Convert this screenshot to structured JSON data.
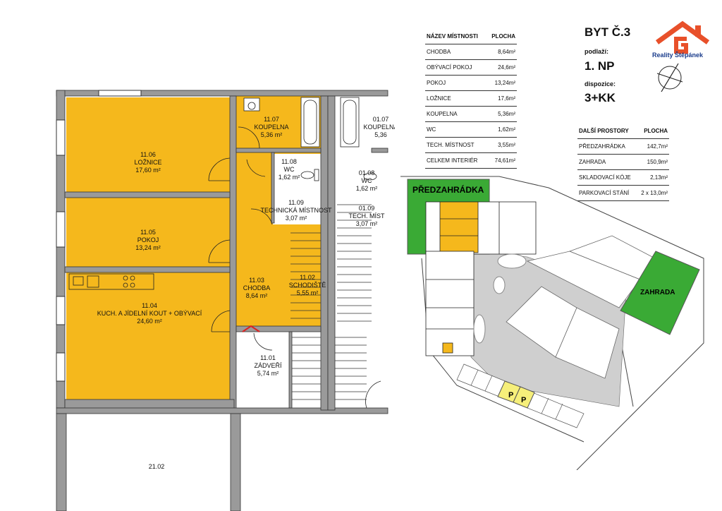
{
  "rooms_table": {
    "header": {
      "name": "NÁZEV MÍSTNOSTI",
      "area": "PLOCHA"
    },
    "rows": [
      {
        "name": "CHODBA",
        "area": "8,64m²"
      },
      {
        "name": "OBÝVACÍ POKOJ",
        "area": "24,6m²"
      },
      {
        "name": "POKOJ",
        "area": "13,24m²"
      },
      {
        "name": "LOŽNICE",
        "area": "17,6m²"
      },
      {
        "name": "KOUPELNA",
        "area": "5,36m²"
      },
      {
        "name": "WC",
        "area": "1,62m²"
      },
      {
        "name": "TECH. MÍSTNOST",
        "area": "3,55m²"
      },
      {
        "name": "CELKEM INTERIÉR",
        "area": "74,61m²"
      }
    ]
  },
  "unit": {
    "title": "BYT Č.3",
    "floor_label": "podlaží:",
    "floor_value": "1. NP",
    "layout_label": "dispozice:",
    "layout_value": "3+KK"
  },
  "logo": {
    "text": "Reality Štěpánek",
    "roof_color": "#e8502a"
  },
  "extra_table": {
    "header": {
      "name": "DALŠÍ PROSTORY",
      "area": "PLOCHA"
    },
    "rows": [
      {
        "name": "PŘEDZAHRÁDKA",
        "area": "142,7m²"
      },
      {
        "name": "ZAHRADA",
        "area": "150,9m²"
      },
      {
        "name": "SKLADOVACÍ KÓJE",
        "area": "2,13m²"
      },
      {
        "name": "PARKOVACÍ STÁNÍ",
        "area": "2 x 13,0m²"
      }
    ]
  },
  "floorplan": {
    "highlight_color": "#f5b81c",
    "rooms": [
      {
        "code": "11.06",
        "name": "LOŽNICE",
        "area": "17,60 m²"
      },
      {
        "code": "11.05",
        "name": "POKOJ",
        "area": "13,24 m²"
      },
      {
        "code": "11.04",
        "name": "KUCH. A JÍDELNÍ KOUT + OBÝVACÍ",
        "area": "24,60 m²"
      },
      {
        "code": "11.07",
        "name": "KOUPELNA",
        "area": "5,36 m²"
      },
      {
        "code": "11.08",
        "name": "WC",
        "area": "1,62 m²"
      },
      {
        "code": "11.09",
        "name": "TECHNICKÁ MÍSTNOST",
        "area": "3,07 m²"
      },
      {
        "code": "11.03",
        "name": "CHODBA",
        "area": "8,64 m²"
      },
      {
        "code": "11.02",
        "name": "SCHODIŠTĚ",
        "area": "5,55 m²"
      },
      {
        "code": "11.01",
        "name": "ZÁDVEŘÍ",
        "area": "5,74 m²"
      },
      {
        "code": "01.07",
        "name": "KOUPELNA",
        "area": "5,36"
      },
      {
        "code": "01.08",
        "name": "WC",
        "area": "1,62 m²"
      },
      {
        "code": "01.09",
        "name": "TECH. MÍST",
        "area": "3,07 m²"
      },
      {
        "code": "21.02",
        "name": "",
        "area": ""
      }
    ]
  },
  "site_plan": {
    "green_color": "#3aaa35",
    "parking_color": "#f6ef7a",
    "front_garden_label": "PŘEDZAHRÁDKA",
    "garden_label": "ZAHRADA",
    "parking_labels": [
      "P",
      "P"
    ]
  }
}
